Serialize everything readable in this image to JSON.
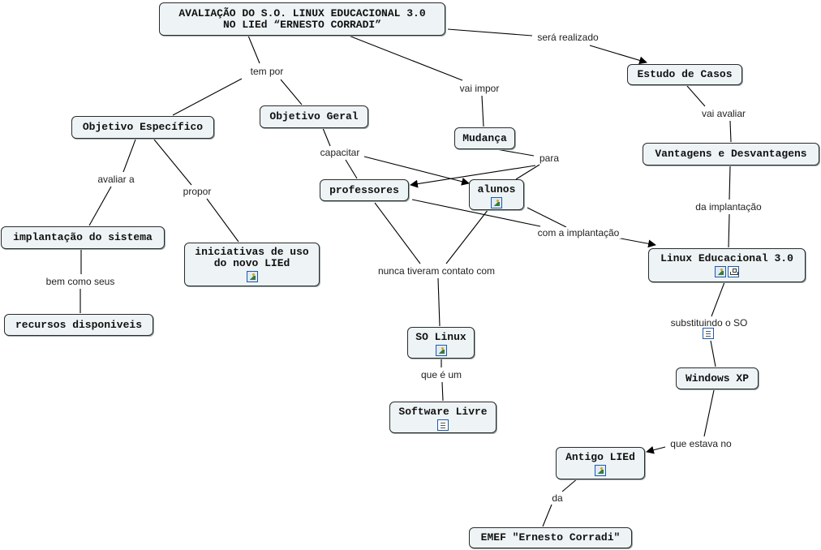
{
  "concepts": {
    "title": "AVALIAÇÃO DO S.O. LINUX EDUCACIONAL 3.0\nNO LIEd “ERNESTO CORRADI”",
    "estudo_casos": "Estudo de Casos",
    "objetivo_especifico": "Objetivo Específico",
    "objetivo_geral": "Objetivo Geral",
    "mudanca": "Mudança",
    "vantagens": "Vantagens e Desvantagens",
    "professores": "professores",
    "alunos": "alunos",
    "implantacao_sistema": "implantação do sistema",
    "iniciativas": "iniciativas de uso\ndo novo LIEd",
    "linux_educacional": "Linux Educacional 3.0",
    "recursos": "recursos disponiveis",
    "so_linux": "SO Linux",
    "windows_xp": "Windows XP",
    "software_livre": "Software Livre",
    "antigo_lied": "Antigo LIEd",
    "emef": "EMEF \"Ernesto Corradi\""
  },
  "links": {
    "sera_realizado": "será realizado",
    "tem_por": "tem por",
    "vai_impor": "vai impor",
    "vai_avaliar": "vai avaliar",
    "capacitar": "capacitar",
    "para": "para",
    "avaliar_a": "avaliar a",
    "propor": "propor",
    "da_implantacao": "da implantação",
    "com_a_implantacao": "com a implantação",
    "bem_como_seus": "bem como seus",
    "nunca_tiveram": "nunca tiveram contato com",
    "substituindo": "substituindo o SO",
    "que_e_um": "que é um",
    "que_estava_no": "que estava no",
    "da": "da"
  },
  "colors": {
    "node_fill": "#eef4f5",
    "node_border": "#2b2b2b",
    "edge": "#000000",
    "icon_border": "#1e5aa8"
  }
}
